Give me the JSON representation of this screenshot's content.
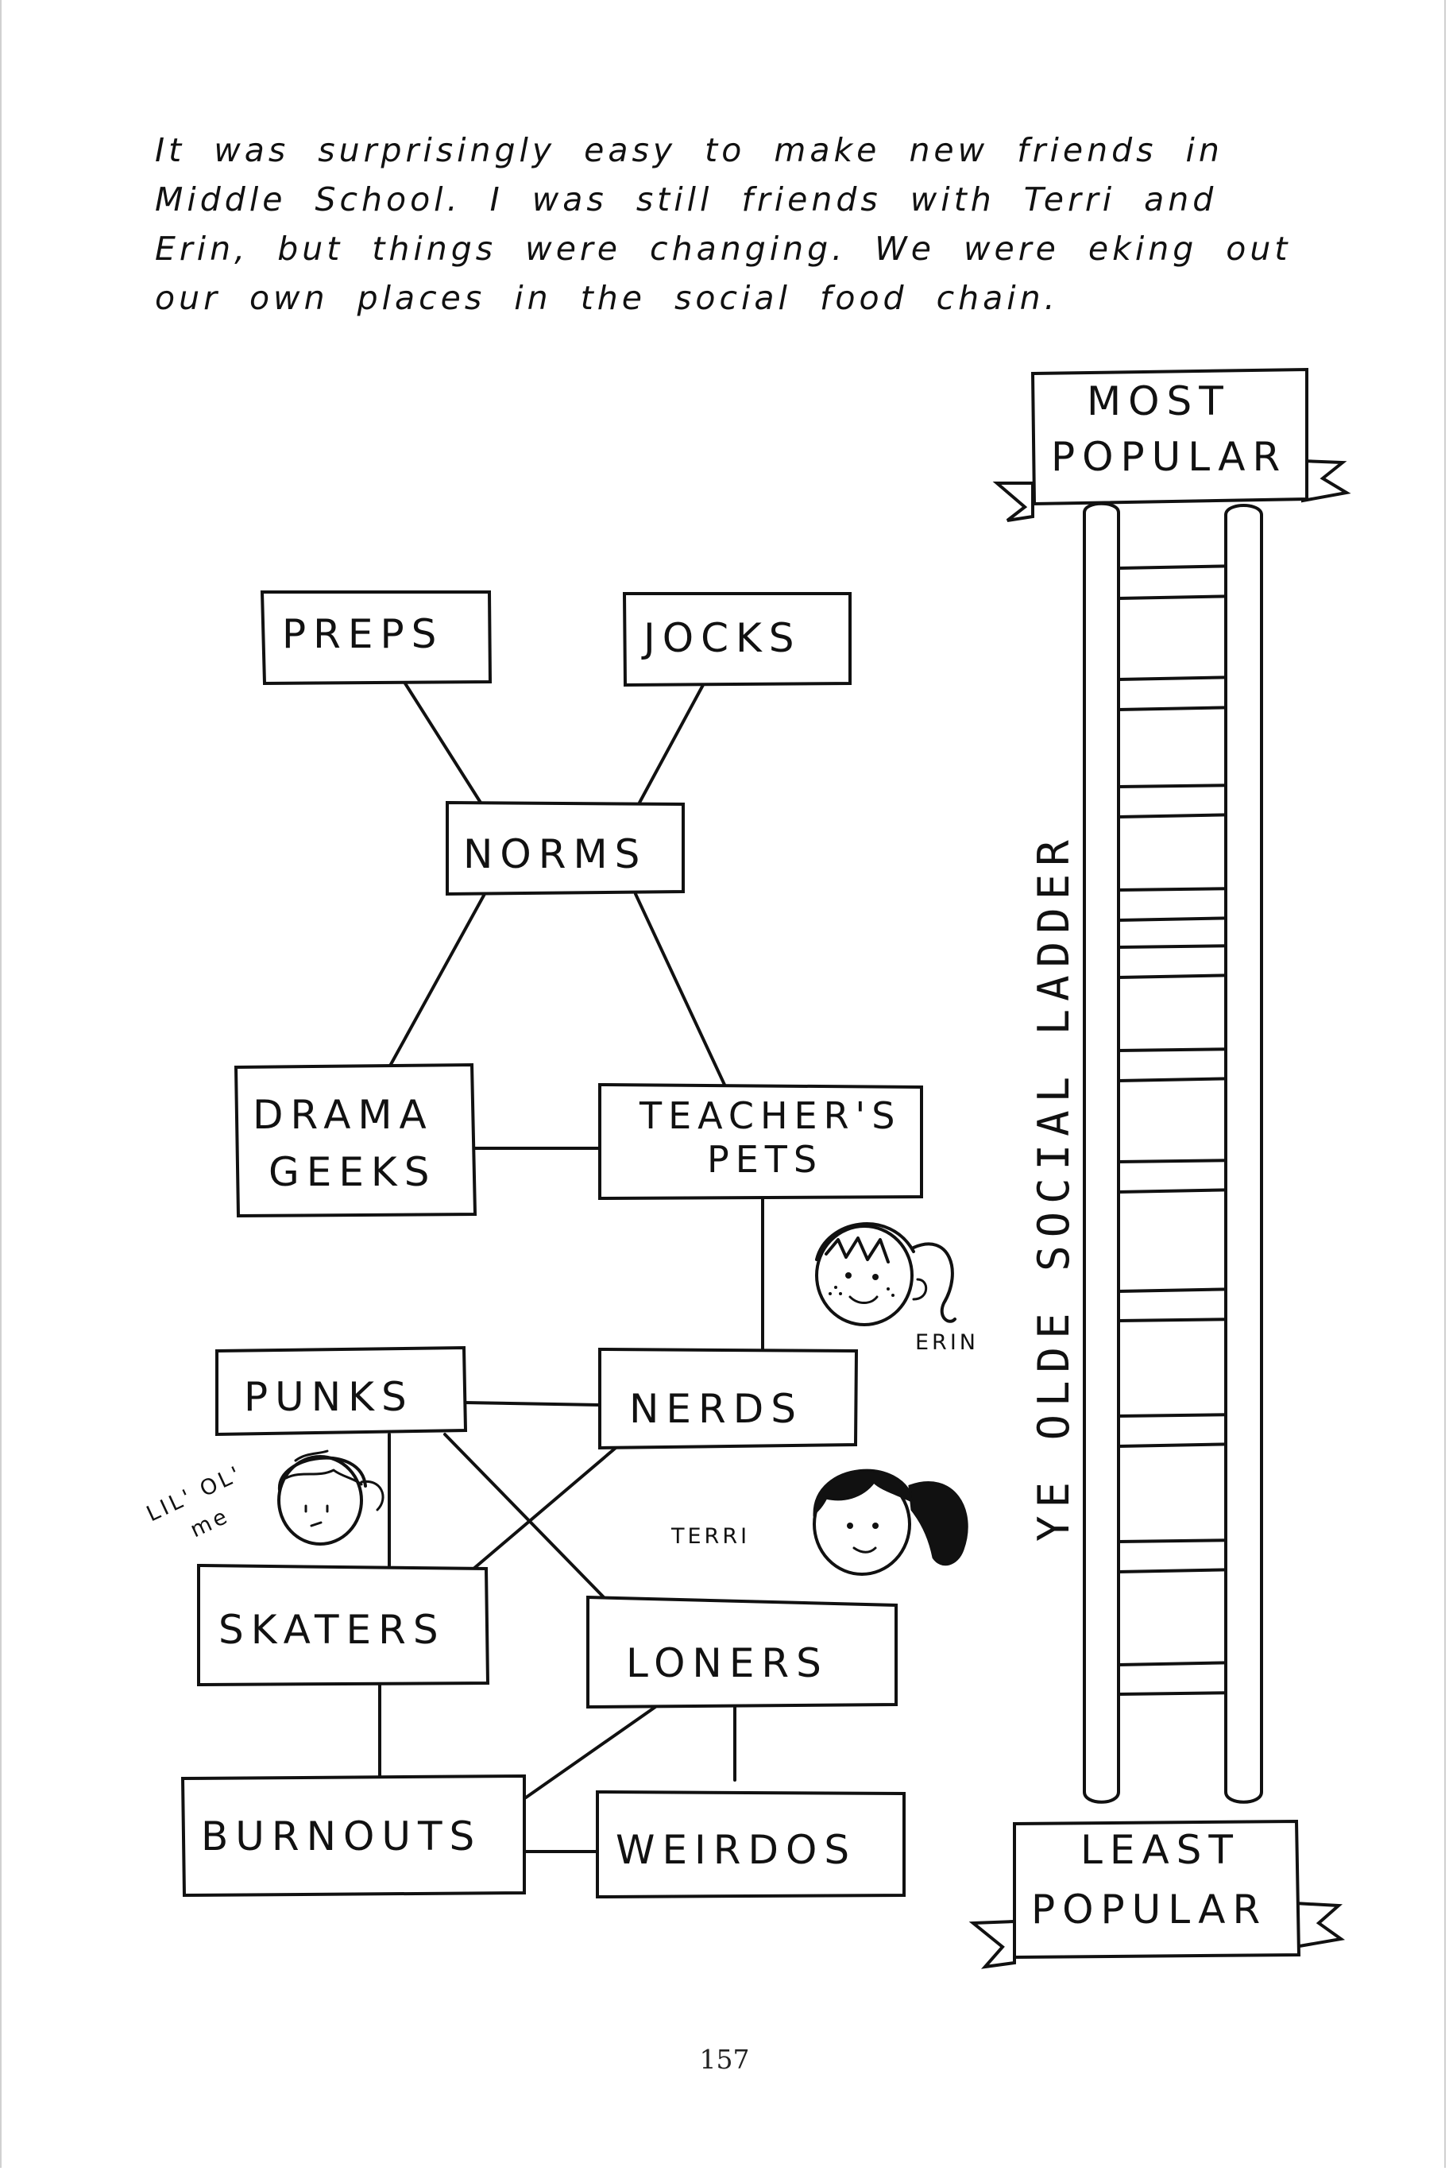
{
  "intro": {
    "lines": [
      "It was surprisingly easy to make new friends in",
      "Middle School. I was still friends with Terri and",
      "Erin, but things were changing. We were eking out",
      "our own places in the social food chain."
    ]
  },
  "groups": {
    "preps": "PREPS",
    "jocks": "JOCKS",
    "norms": "NORMS",
    "drama_geeks": [
      "DRAMA",
      "GEEKS"
    ],
    "teachers_pets": [
      "TEACHER'S",
      "PETS"
    ],
    "punks": "PUNKS",
    "nerds": "NERDS",
    "skaters": "SKATERS",
    "loners": "LONERS",
    "burnouts": "BURNOUTS",
    "weirdos": "WEIRDOS"
  },
  "characters": {
    "erin": "ERIN",
    "terri": "TERRI",
    "me": [
      "LIL' OL'",
      "me"
    ]
  },
  "ladder": {
    "title": "YE OLDE SOCIAL LADDER",
    "top_banner": [
      "MOST",
      "POPULAR"
    ],
    "bottom_banner": [
      "LEAST",
      "POPULAR"
    ]
  },
  "page_number": "157",
  "colors": {
    "ink": "#111111",
    "paper": "#ffffff"
  }
}
